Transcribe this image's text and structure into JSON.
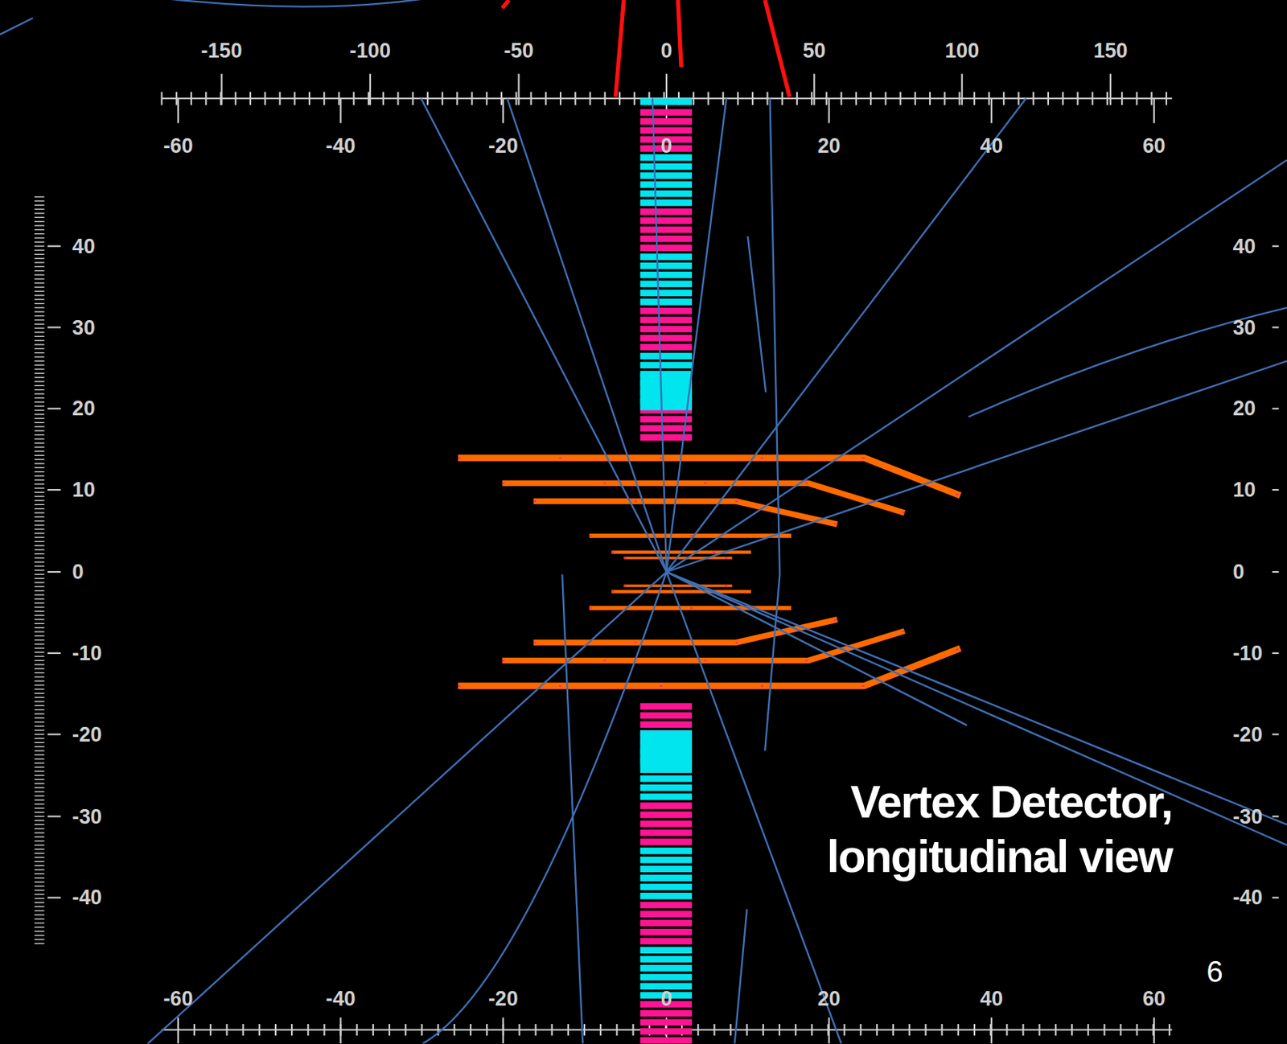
{
  "diagram": {
    "title": "Vertex Detector, longitudinal view",
    "labels": [
      "-150",
      "-100",
      "-50",
      "0",
      "50",
      "100",
      "150",
      "-60",
      "-40",
      "-20",
      "0",
      "20",
      "40",
      "60",
      "40",
      "30",
      "20",
      "10",
      "0",
      "-10",
      "-20",
      "-30",
      "-40",
      "40",
      "30",
      "20",
      "10",
      "0",
      "-10",
      "-20",
      "-30",
      "-40",
      "-60",
      "-40",
      "-20",
      "0",
      "20",
      "40",
      "60",
      "6"
    ]
  }
}
